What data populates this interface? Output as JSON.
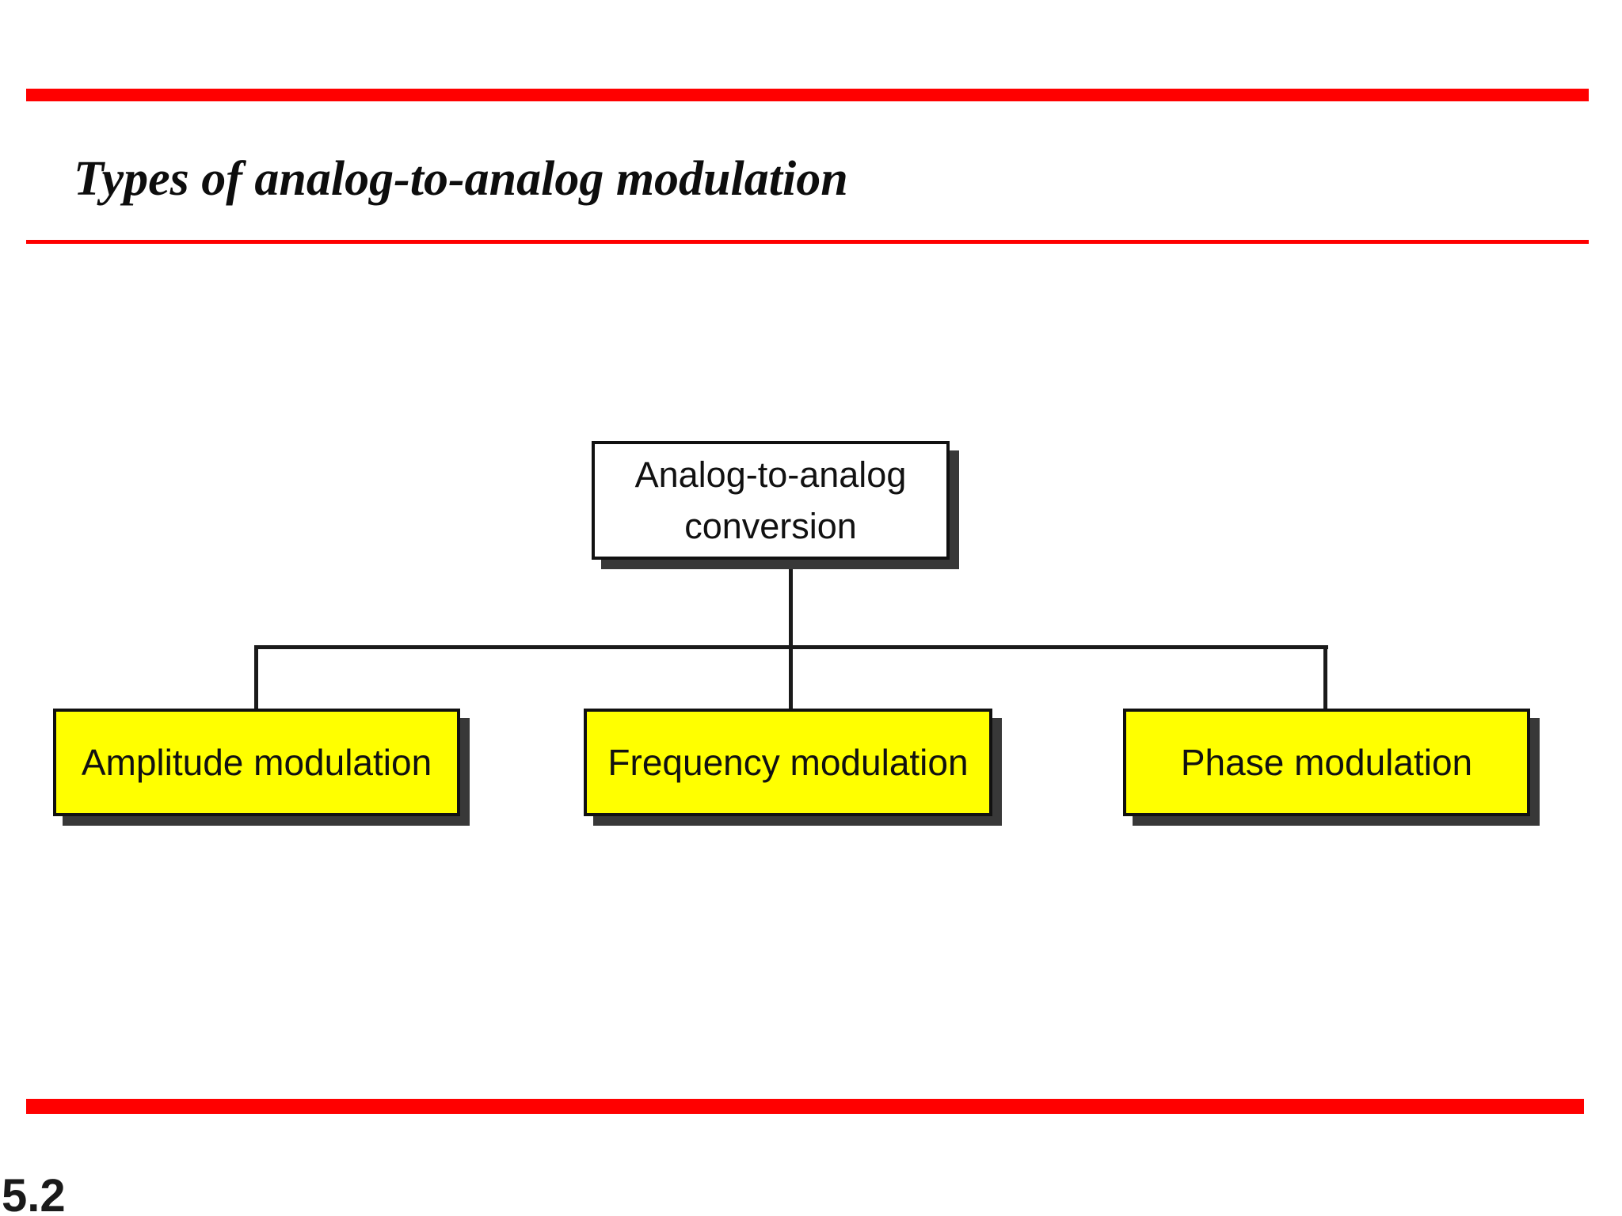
{
  "slide": {
    "title": "Types of analog-to-analog modulation",
    "page_number": "5.2"
  },
  "colors": {
    "accent_red": "#ff0000",
    "node_yellow": "#ffff00",
    "node_white": "#ffffff",
    "shadow_gray": "#383838",
    "line_black": "#1a1a1a",
    "text_black": "#111111"
  },
  "diagram": {
    "root": {
      "label": "Analog-to-analog conversion",
      "line1": "Analog-to-analog",
      "line2": "conversion"
    },
    "children": [
      {
        "label": "Amplitude modulation"
      },
      {
        "label": "Frequency modulation"
      },
      {
        "label": "Phase modulation"
      }
    ]
  }
}
